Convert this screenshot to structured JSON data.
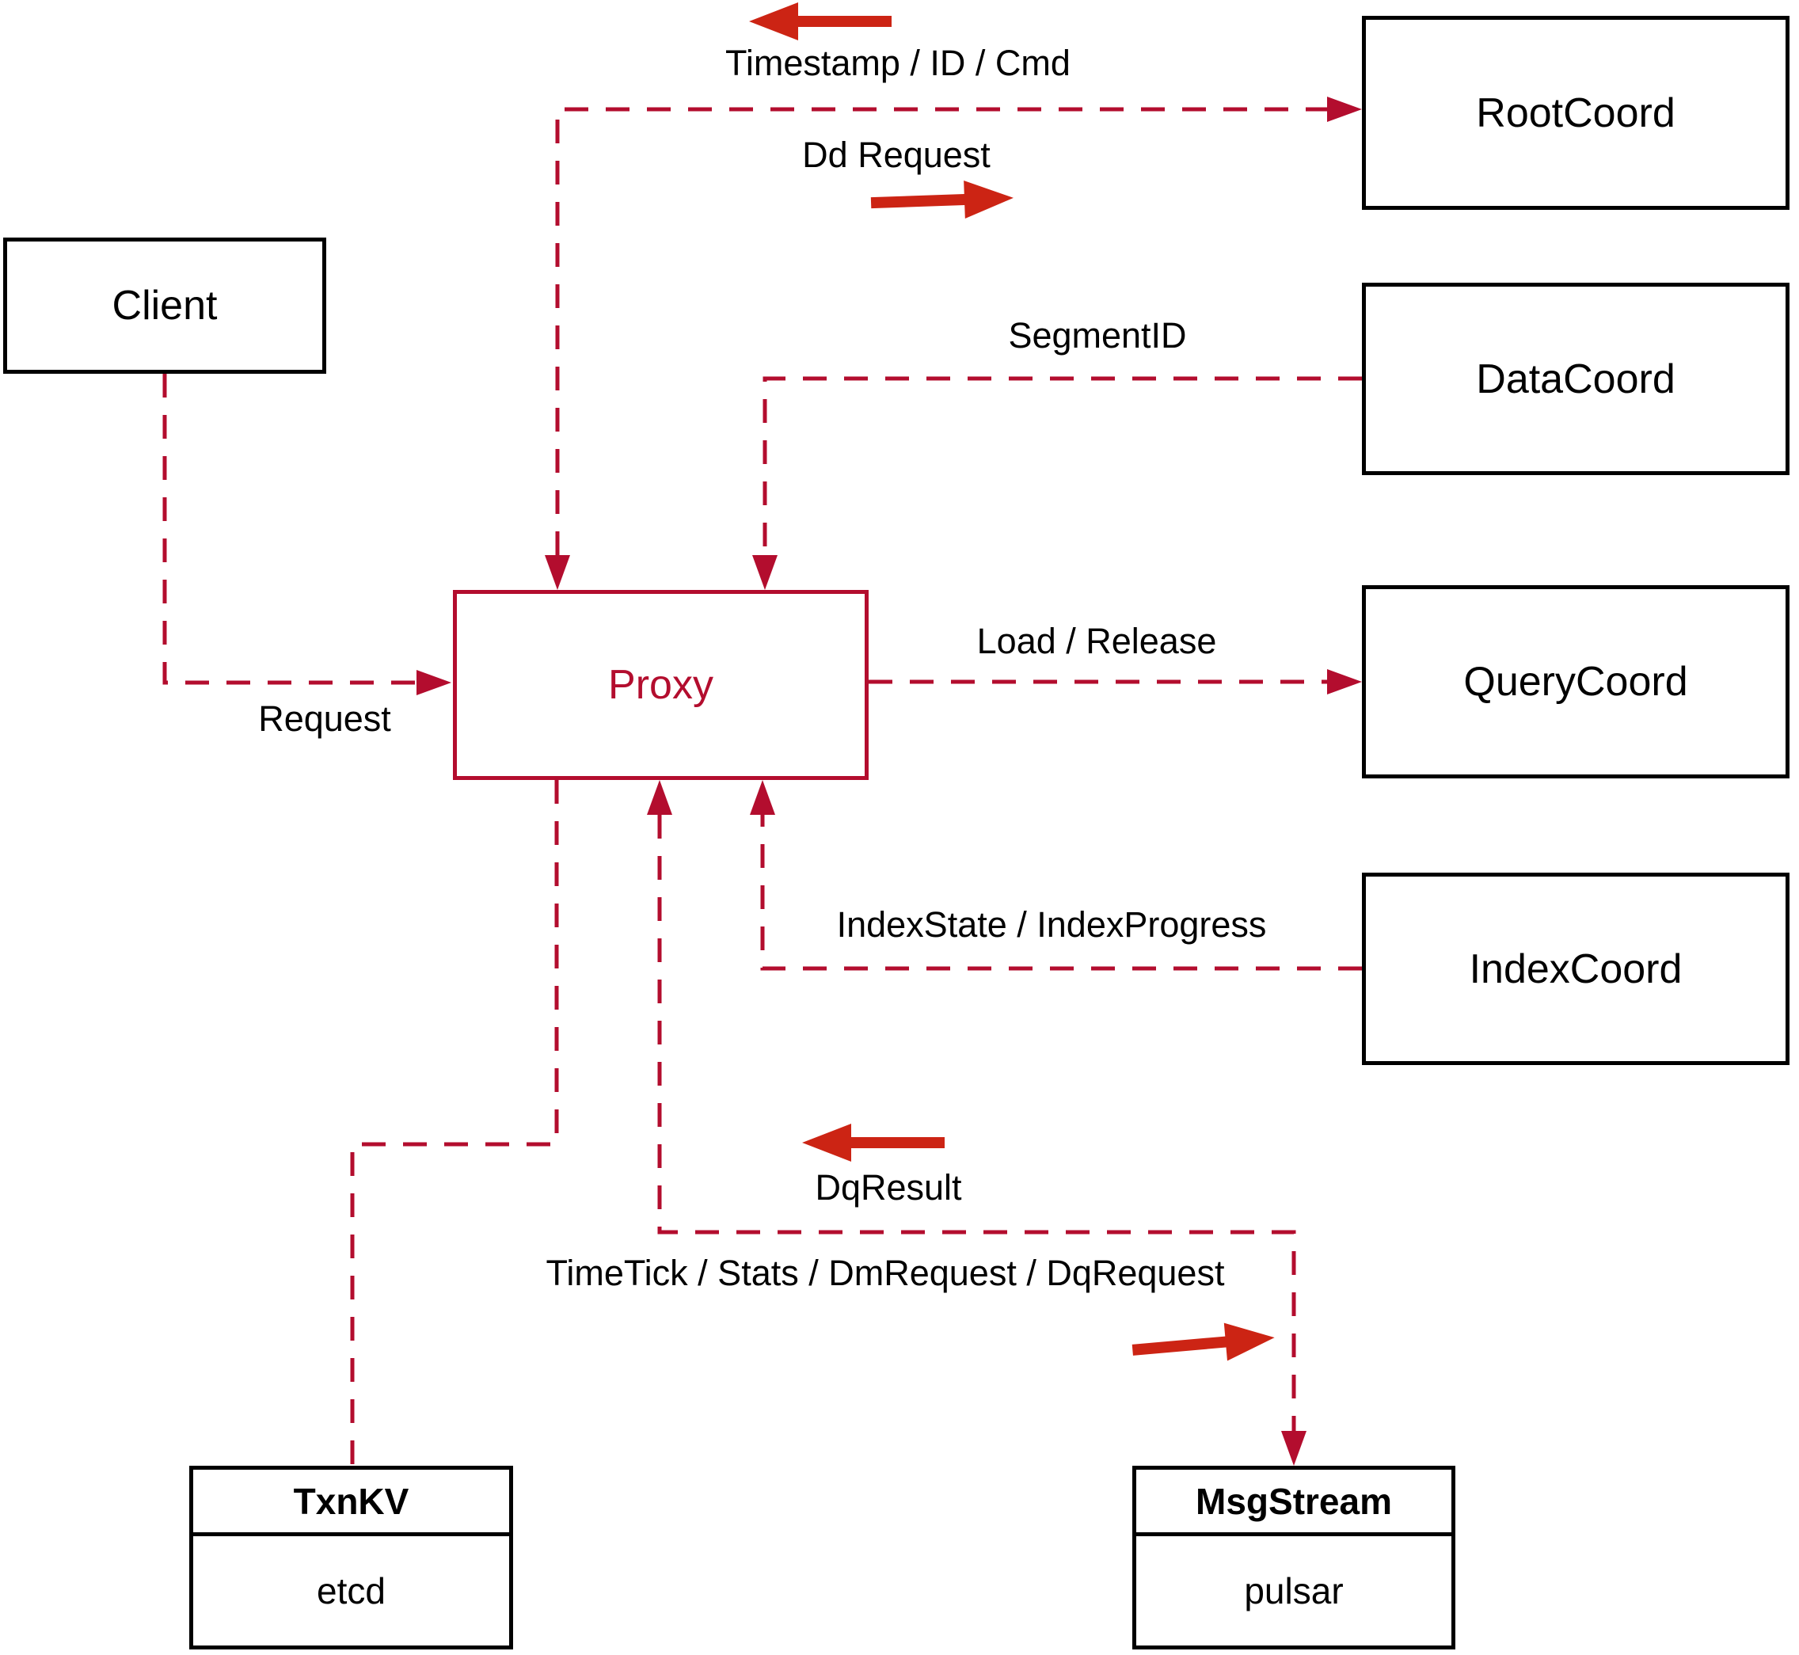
{
  "nodes": {
    "client": {
      "label": "Client"
    },
    "proxy": {
      "label": "Proxy"
    },
    "root_coord": {
      "label": "RootCoord"
    },
    "data_coord": {
      "label": "DataCoord"
    },
    "query_coord": {
      "label": "QueryCoord"
    },
    "index_coord": {
      "label": "IndexCoord"
    },
    "txn_kv": {
      "title": "TxnKV",
      "impl": "etcd"
    },
    "msg_stream": {
      "title": "MsgStream",
      "impl": "pulsar"
    }
  },
  "edge_labels": {
    "timestamp_id_cmd": "Timestamp / ID / Cmd",
    "dd_request": "Dd Request",
    "segment_id": "SegmentID",
    "load_release": "Load / Release",
    "request": "Request",
    "index_state_progress": "IndexState / IndexProgress",
    "dq_result": "DqResult",
    "timetick_stats": "TimeTick / Stats / DmRequest / DqRequest"
  },
  "colors": {
    "line": "#b30d2e",
    "arrow_glyph": "#cc2414",
    "box_border": "#000000",
    "text": "#000000",
    "background": "#ffffff"
  }
}
